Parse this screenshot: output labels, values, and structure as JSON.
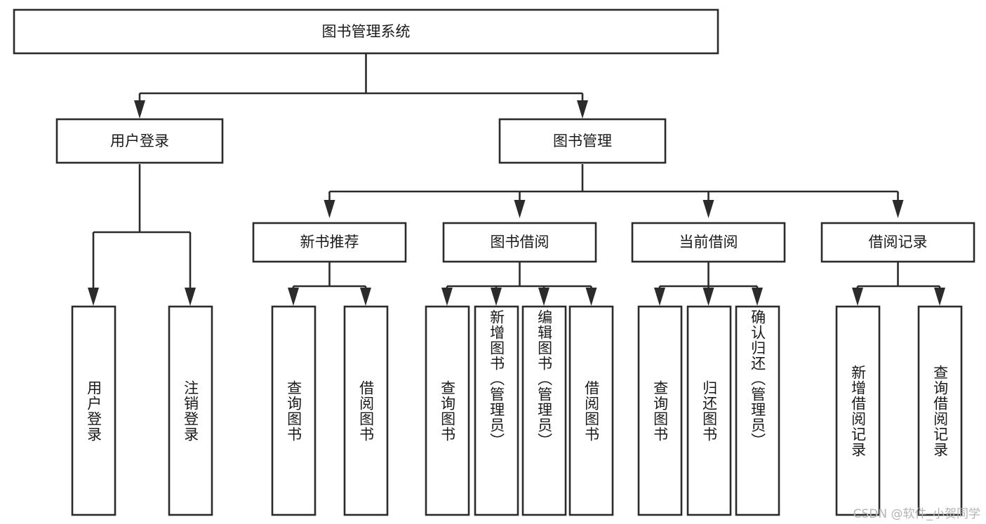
{
  "diagram": {
    "title": "图书管理系统",
    "type": "tree",
    "watermark": "CSDN @软件_小贺同学",
    "colors": {
      "stroke": "#2b2b2b",
      "box_fill": "#ffffff",
      "text": "#1a1a1a",
      "background": "#ffffff",
      "watermark": "#b4b4b4"
    },
    "root": {
      "id": "root",
      "label": "图书管理系统",
      "orientation": "horizontal"
    },
    "level2": [
      {
        "id": "user-login",
        "label": "用户登录",
        "orientation": "horizontal"
      },
      {
        "id": "book-manage",
        "label": "图书管理",
        "orientation": "horizontal"
      }
    ],
    "level3": [
      {
        "id": "new-book-rec",
        "label": "新书推荐",
        "orientation": "horizontal",
        "parent": "book-manage"
      },
      {
        "id": "book-borrow",
        "label": "图书借阅",
        "orientation": "horizontal",
        "parent": "book-manage"
      },
      {
        "id": "current-borrow",
        "label": "当前借阅",
        "orientation": "horizontal",
        "parent": "book-manage"
      },
      {
        "id": "borrow-record",
        "label": "借阅记录",
        "orientation": "horizontal",
        "parent": "book-manage"
      }
    ],
    "leaves": [
      {
        "id": "leaf-user-login",
        "label": "用户登录",
        "orientation": "vertical",
        "parent": "user-login"
      },
      {
        "id": "leaf-user-logout",
        "label": "注销登录",
        "orientation": "vertical",
        "parent": "user-login"
      },
      {
        "id": "leaf-query-book-1",
        "label": "查询图书",
        "orientation": "vertical",
        "parent": "new-book-rec"
      },
      {
        "id": "leaf-borrow-book-1",
        "label": "借阅图书",
        "orientation": "vertical",
        "parent": "new-book-rec"
      },
      {
        "id": "leaf-query-book-2",
        "label": "查询图书",
        "orientation": "vertical",
        "parent": "book-borrow"
      },
      {
        "id": "leaf-add-book",
        "label": "新增图书（管理员）",
        "orientation": "vertical",
        "parent": "book-borrow"
      },
      {
        "id": "leaf-edit-book",
        "label": "编辑图书（管理员）",
        "orientation": "vertical",
        "parent": "book-borrow"
      },
      {
        "id": "leaf-borrow-book-2",
        "label": "借阅图书",
        "orientation": "vertical",
        "parent": "book-borrow"
      },
      {
        "id": "leaf-query-book-3",
        "label": "查询图书",
        "orientation": "vertical",
        "parent": "current-borrow"
      },
      {
        "id": "leaf-return-book",
        "label": "归还图书",
        "orientation": "vertical",
        "parent": "current-borrow"
      },
      {
        "id": "leaf-confirm-return",
        "label": "确认归还（管理员）",
        "orientation": "vertical",
        "parent": "current-borrow"
      },
      {
        "id": "leaf-add-record",
        "label": "新增借阅记录",
        "orientation": "vertical",
        "parent": "borrow-record"
      },
      {
        "id": "leaf-query-record",
        "label": "查询借阅记录",
        "orientation": "vertical",
        "parent": "borrow-record"
      }
    ]
  }
}
